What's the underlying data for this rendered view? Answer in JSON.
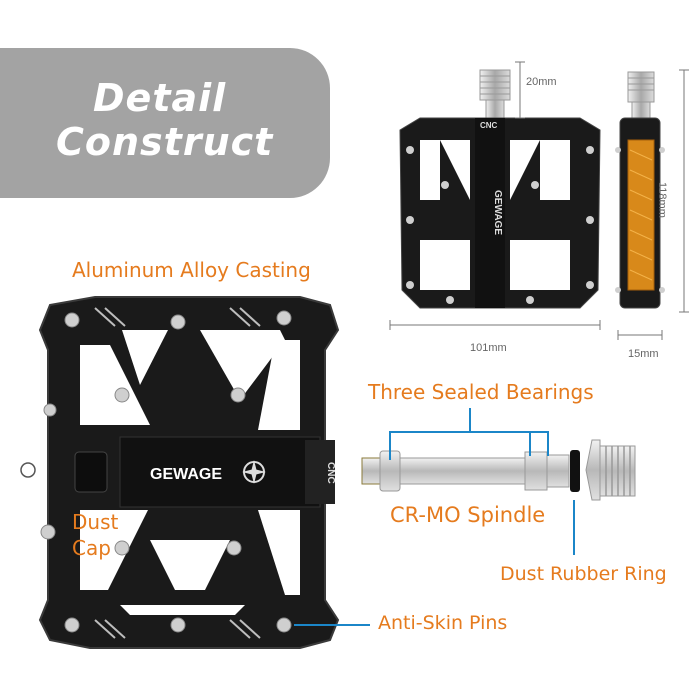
{
  "title": {
    "line1": "Detail",
    "line2": "Construct"
  },
  "labels": {
    "aluminum": "Aluminum Alloy Casting",
    "bearings": "Three Sealed Bearings",
    "spindle": "CR-MO Spindle",
    "dust_cap_1": "Dust",
    "dust_cap_2": "Cap",
    "dust_ring": "Dust Rubber Ring",
    "pins": "Anti-Skin Pins"
  },
  "brand": {
    "name": "GEWAGE",
    "cnc": "CNC"
  },
  "dimensions": {
    "spindle_length": "20mm",
    "height": "118mm",
    "width": "101mm",
    "thickness": "15mm"
  },
  "colors": {
    "accent": "#e57b1e",
    "callout": "#1b86c8",
    "title_bg": "#a3a3a3",
    "pedal": "#1a1a1a"
  }
}
